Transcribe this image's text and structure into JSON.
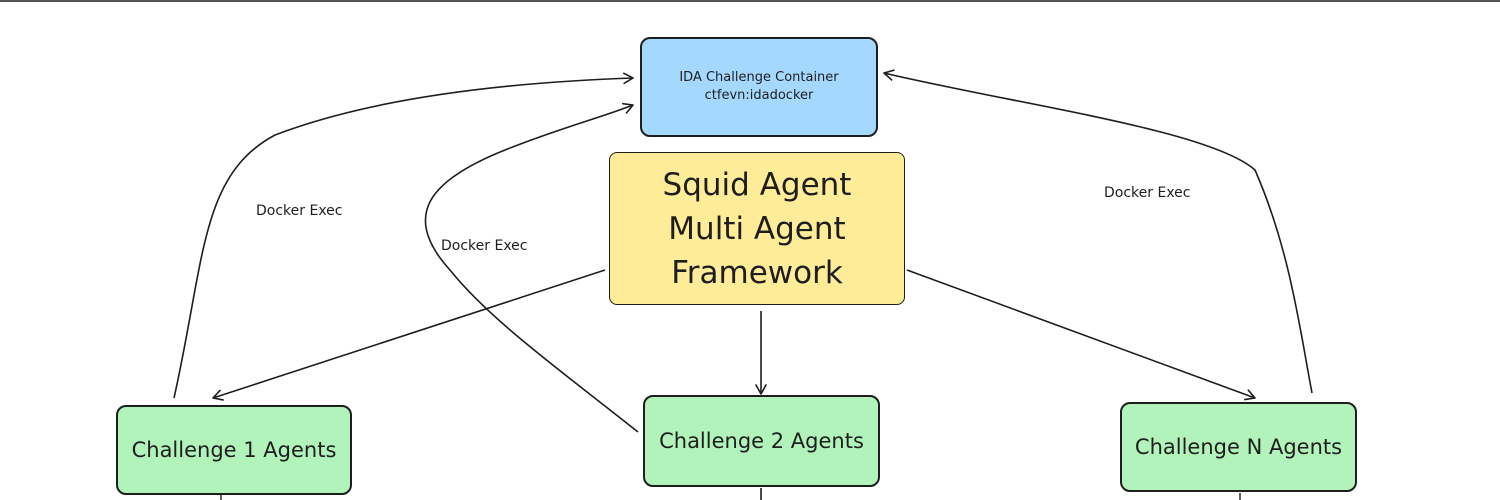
{
  "colors": {
    "container_fill": "#a5d8ff",
    "framework_fill": "#ffec99",
    "agent_fill": "#b2f2bb",
    "stroke": "#1e1e1e"
  },
  "nodes": {
    "container": {
      "line1": "IDA Challenge Container",
      "line2": "ctfevn:idadocker"
    },
    "framework": {
      "label": "Squid Agent Multi Agent Framework"
    },
    "challenge_1": {
      "label": "Challenge 1 Agents"
    },
    "challenge_2": {
      "label": "Challenge 2 Agents"
    },
    "challenge_n": {
      "label": "Challenge N Agents"
    }
  },
  "edges": {
    "left_label": "Docker Exec",
    "middle_label": "Docker Exec",
    "right_label": "Docker Exec"
  }
}
